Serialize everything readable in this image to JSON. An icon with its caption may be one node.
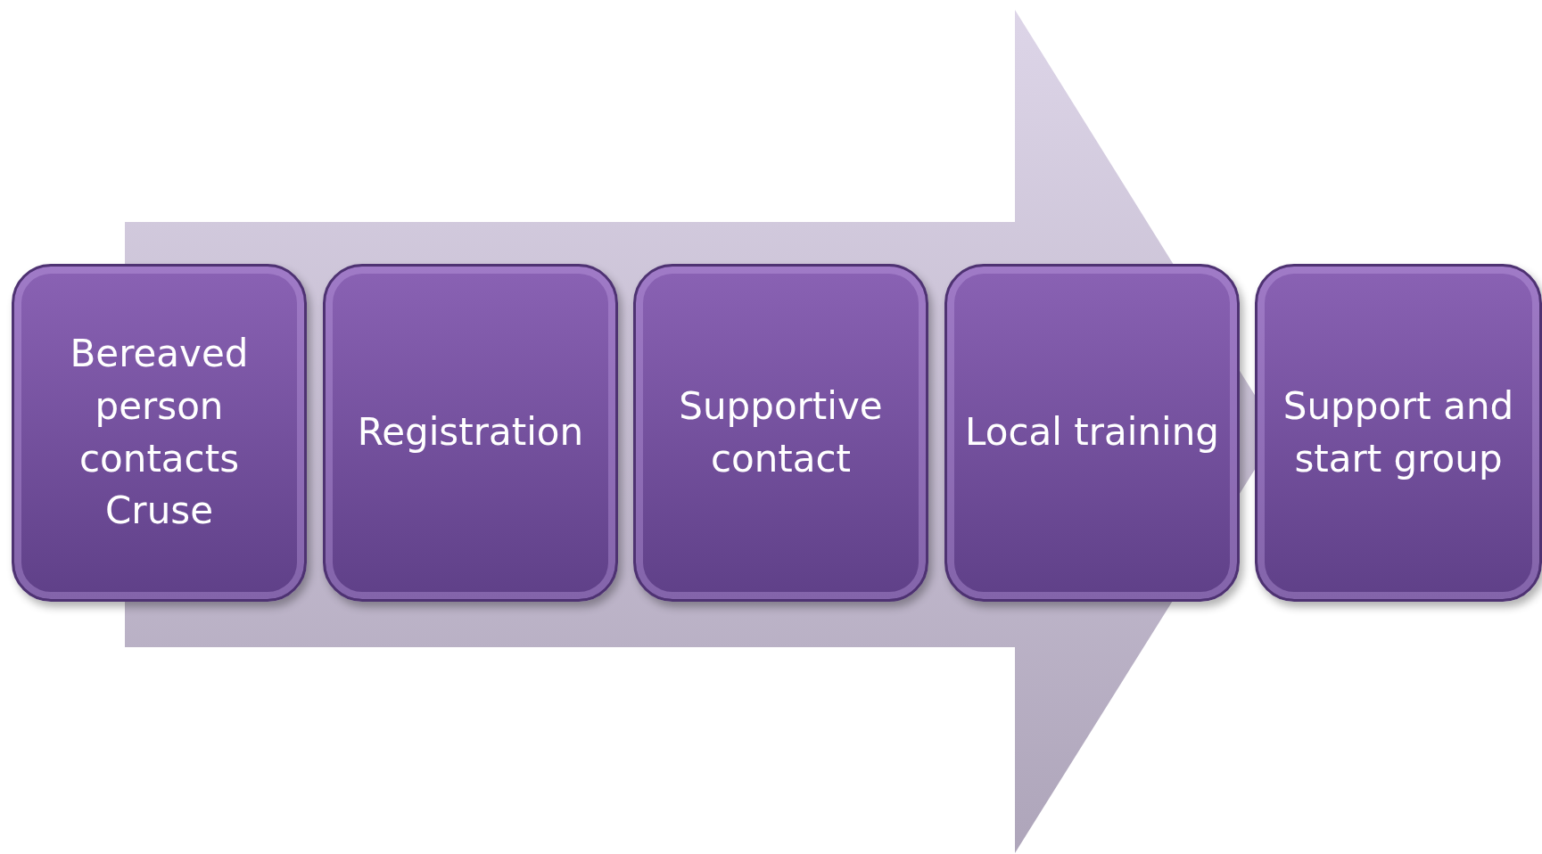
{
  "diagram": {
    "nodes": [
      {
        "text": [
          "Bereaved person contacts Cruse"
        ]
      },
      {
        "text": [
          "Registration"
        ]
      },
      {
        "text": [
          "Supportive contact"
        ]
      },
      {
        "text": [
          "Local training"
        ]
      },
      {
        "text": [
          "Support and start group"
        ]
      }
    ],
    "edges": [
      {
        "from": 0,
        "to": 4,
        "arrow": "to"
      }
    ]
  }
}
